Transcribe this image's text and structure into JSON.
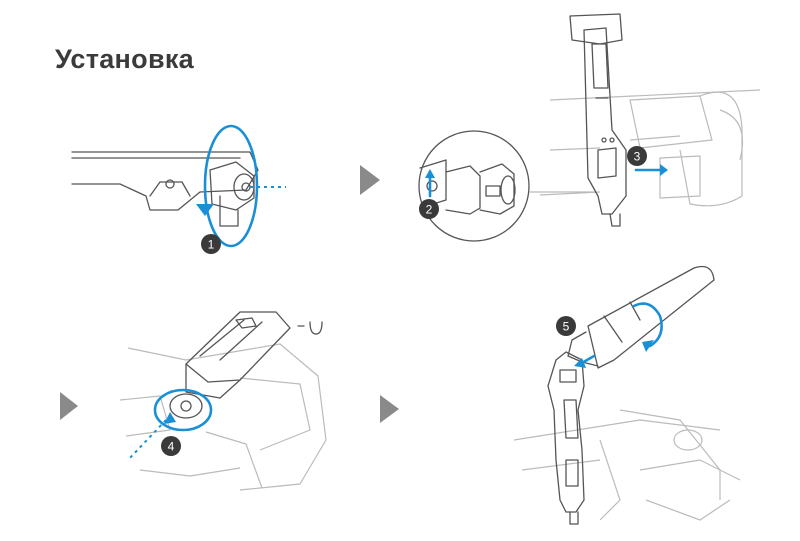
{
  "title": "Установка",
  "steps": [
    "1",
    "2",
    "3",
    "4",
    "5"
  ],
  "colors": {
    "accent": "#1a8fd6",
    "text": "#3b3b3b",
    "badge": "#3a3a3a",
    "arrow": "#8a8a8a"
  }
}
